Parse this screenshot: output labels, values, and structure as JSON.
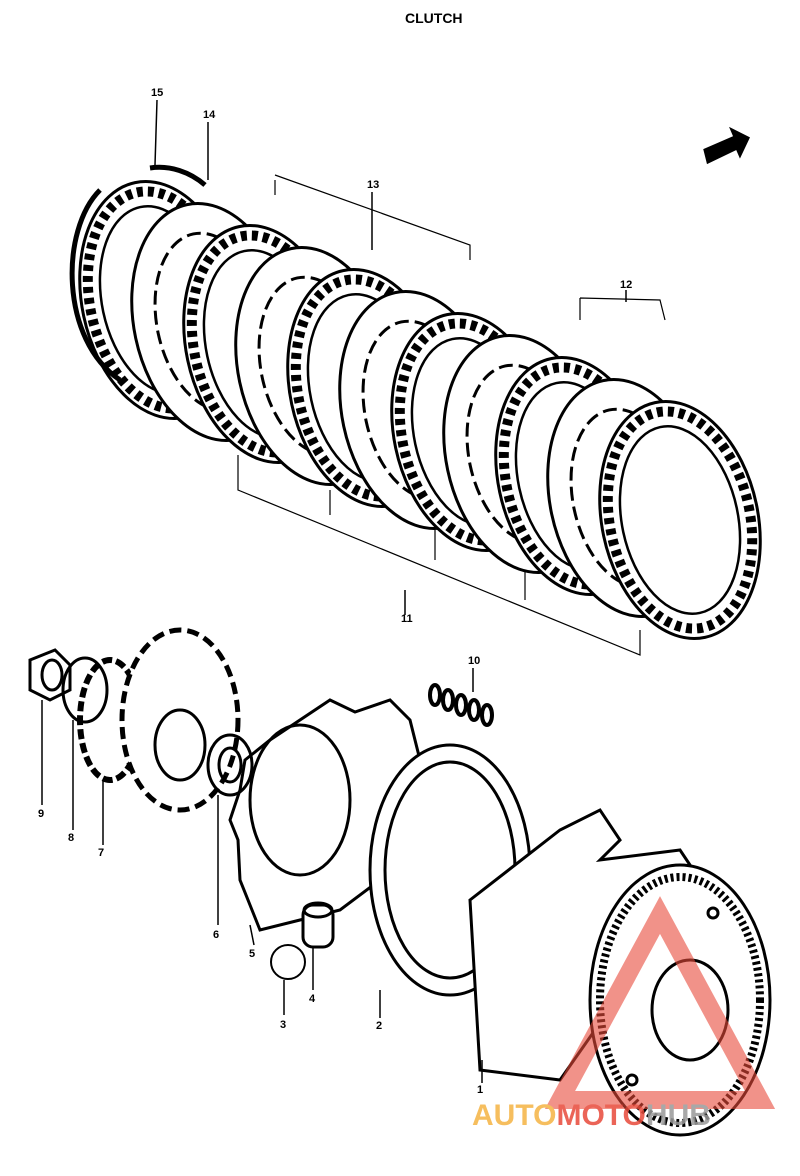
{
  "title": "CLUTCH",
  "part_labels": [
    "15",
    "14",
    "13",
    "12",
    "11",
    "10",
    "9",
    "8",
    "7",
    "6",
    "5",
    "4",
    "3",
    "2",
    "1"
  ],
  "watermark": {
    "text_a": "AUTO",
    "text_b": "MOTO",
    "text_c": "HUB",
    "color_a": "#f5b342",
    "color_b": "#e84a3a",
    "color_c": "#9a9a9a"
  }
}
